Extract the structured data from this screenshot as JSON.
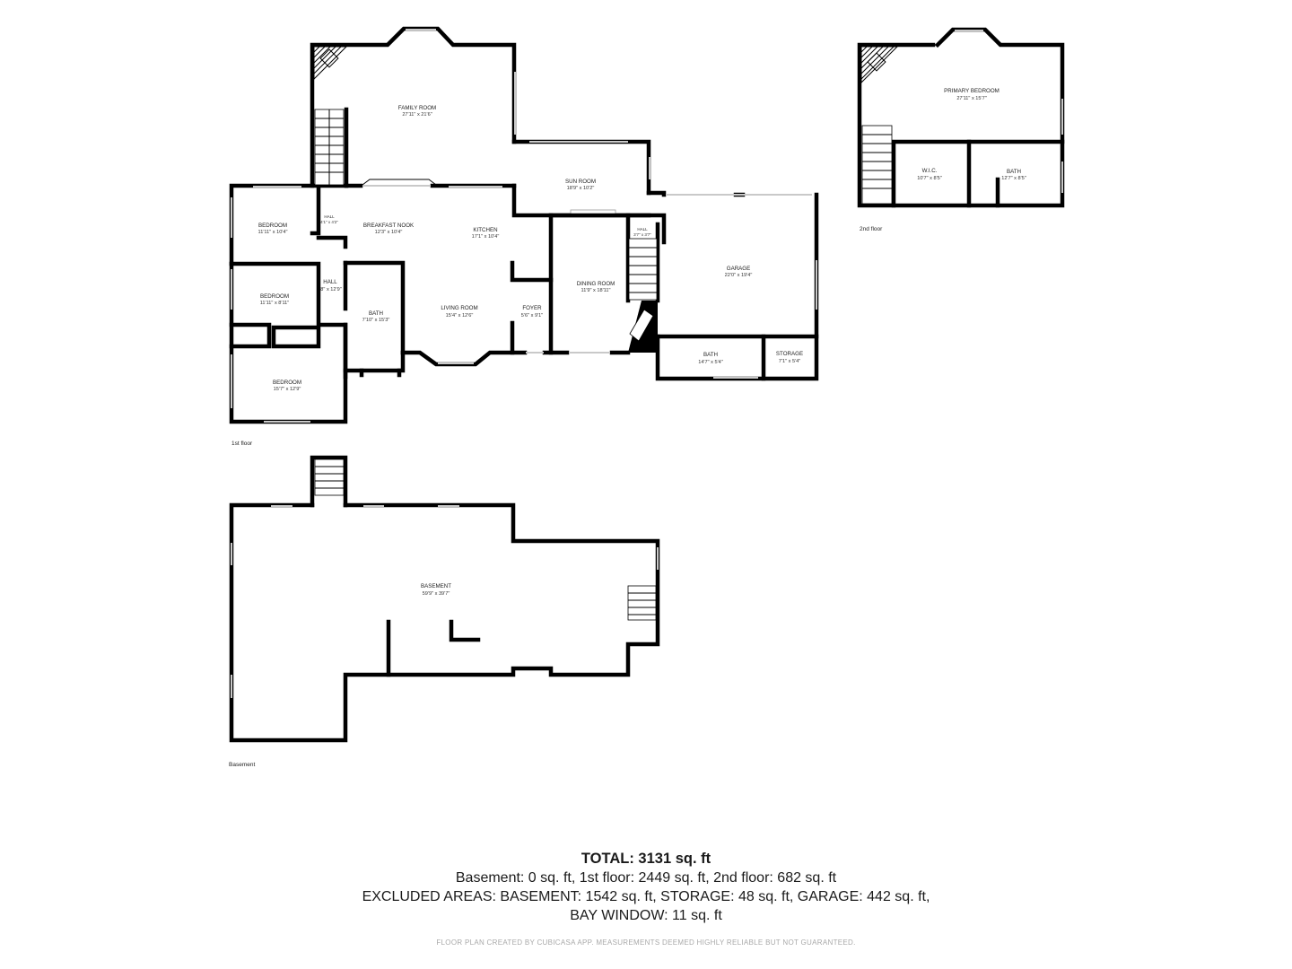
{
  "floors": {
    "first": "1st floor",
    "second": "2nd floor",
    "basement": "Basement"
  },
  "rooms": {
    "family_room": {
      "name": "FAMILY ROOM",
      "dim": "27'11\" x 21'6\""
    },
    "sun_room": {
      "name": "SUN ROOM",
      "dim": "18'9\" x 10'2\""
    },
    "bedroom_1": {
      "name": "BEDROOM",
      "dim": "11'11\" x 10'4\""
    },
    "hall_small": {
      "name": "HALL",
      "dim": "4'1\" x 4'2\""
    },
    "breakfast_nook": {
      "name": "BREAKFAST NOOK",
      "dim": "12'3\" x 10'4\""
    },
    "kitchen": {
      "name": "KITCHEN",
      "dim": "17'1\" x 10'4\""
    },
    "hall_right": {
      "name": "HALL",
      "dim": "3'7\" x 3'7\""
    },
    "garage": {
      "name": "GARAGE",
      "dim": "22'0\" x 19'4\""
    },
    "hall_main": {
      "name": "HALL",
      "dim": "8\" x 12'9\""
    },
    "bedroom_2": {
      "name": "BEDROOM",
      "dim": "11'11\" x 8'11\""
    },
    "bath_1": {
      "name": "BATH",
      "dim": "7'10\" x 15'3\""
    },
    "living_room": {
      "name": "LIVING ROOM",
      "dim": "15'4\" x 12'6\""
    },
    "foyer": {
      "name": "FOYER",
      "dim": "5'6\" x 9'1\""
    },
    "dining_room": {
      "name": "DINING ROOM",
      "dim": "11'9\" x 18'11\""
    },
    "bedroom_3": {
      "name": "BEDROOM",
      "dim": "15'7\" x 12'9\""
    },
    "bath_garage": {
      "name": "BATH",
      "dim": "14'7\" x 5'4\""
    },
    "storage": {
      "name": "STORAGE",
      "dim": "7'1\" x 5'4\""
    },
    "primary_bedroom": {
      "name": "PRIMARY BEDROOM",
      "dim": "27'11\" x 15'7\""
    },
    "wic": {
      "name": "W.I.C.",
      "dim": "10'7\" x 8'5\""
    },
    "bath_2": {
      "name": "BATH",
      "dim": "12'7\" x 8'5\""
    },
    "basement": {
      "name": "BASEMENT",
      "dim": "59'9\" x 39'7\""
    }
  },
  "summary": {
    "total": "TOTAL: 3131 sq. ft",
    "line1": "Basement: 0 sq. ft, 1st floor: 2449 sq. ft, 2nd floor: 682 sq. ft",
    "line2": "EXCLUDED AREAS: BASEMENT: 1542 sq. ft, STORAGE: 48 sq. ft, GARAGE: 442 sq. ft,",
    "line3": "BAY WINDOW: 11 sq. ft",
    "credit": "FLOOR PLAN CREATED BY CUBICASA APP. MEASUREMENTS DEEMED HIGHLY RELIABLE BUT NOT GUARANTEED."
  }
}
